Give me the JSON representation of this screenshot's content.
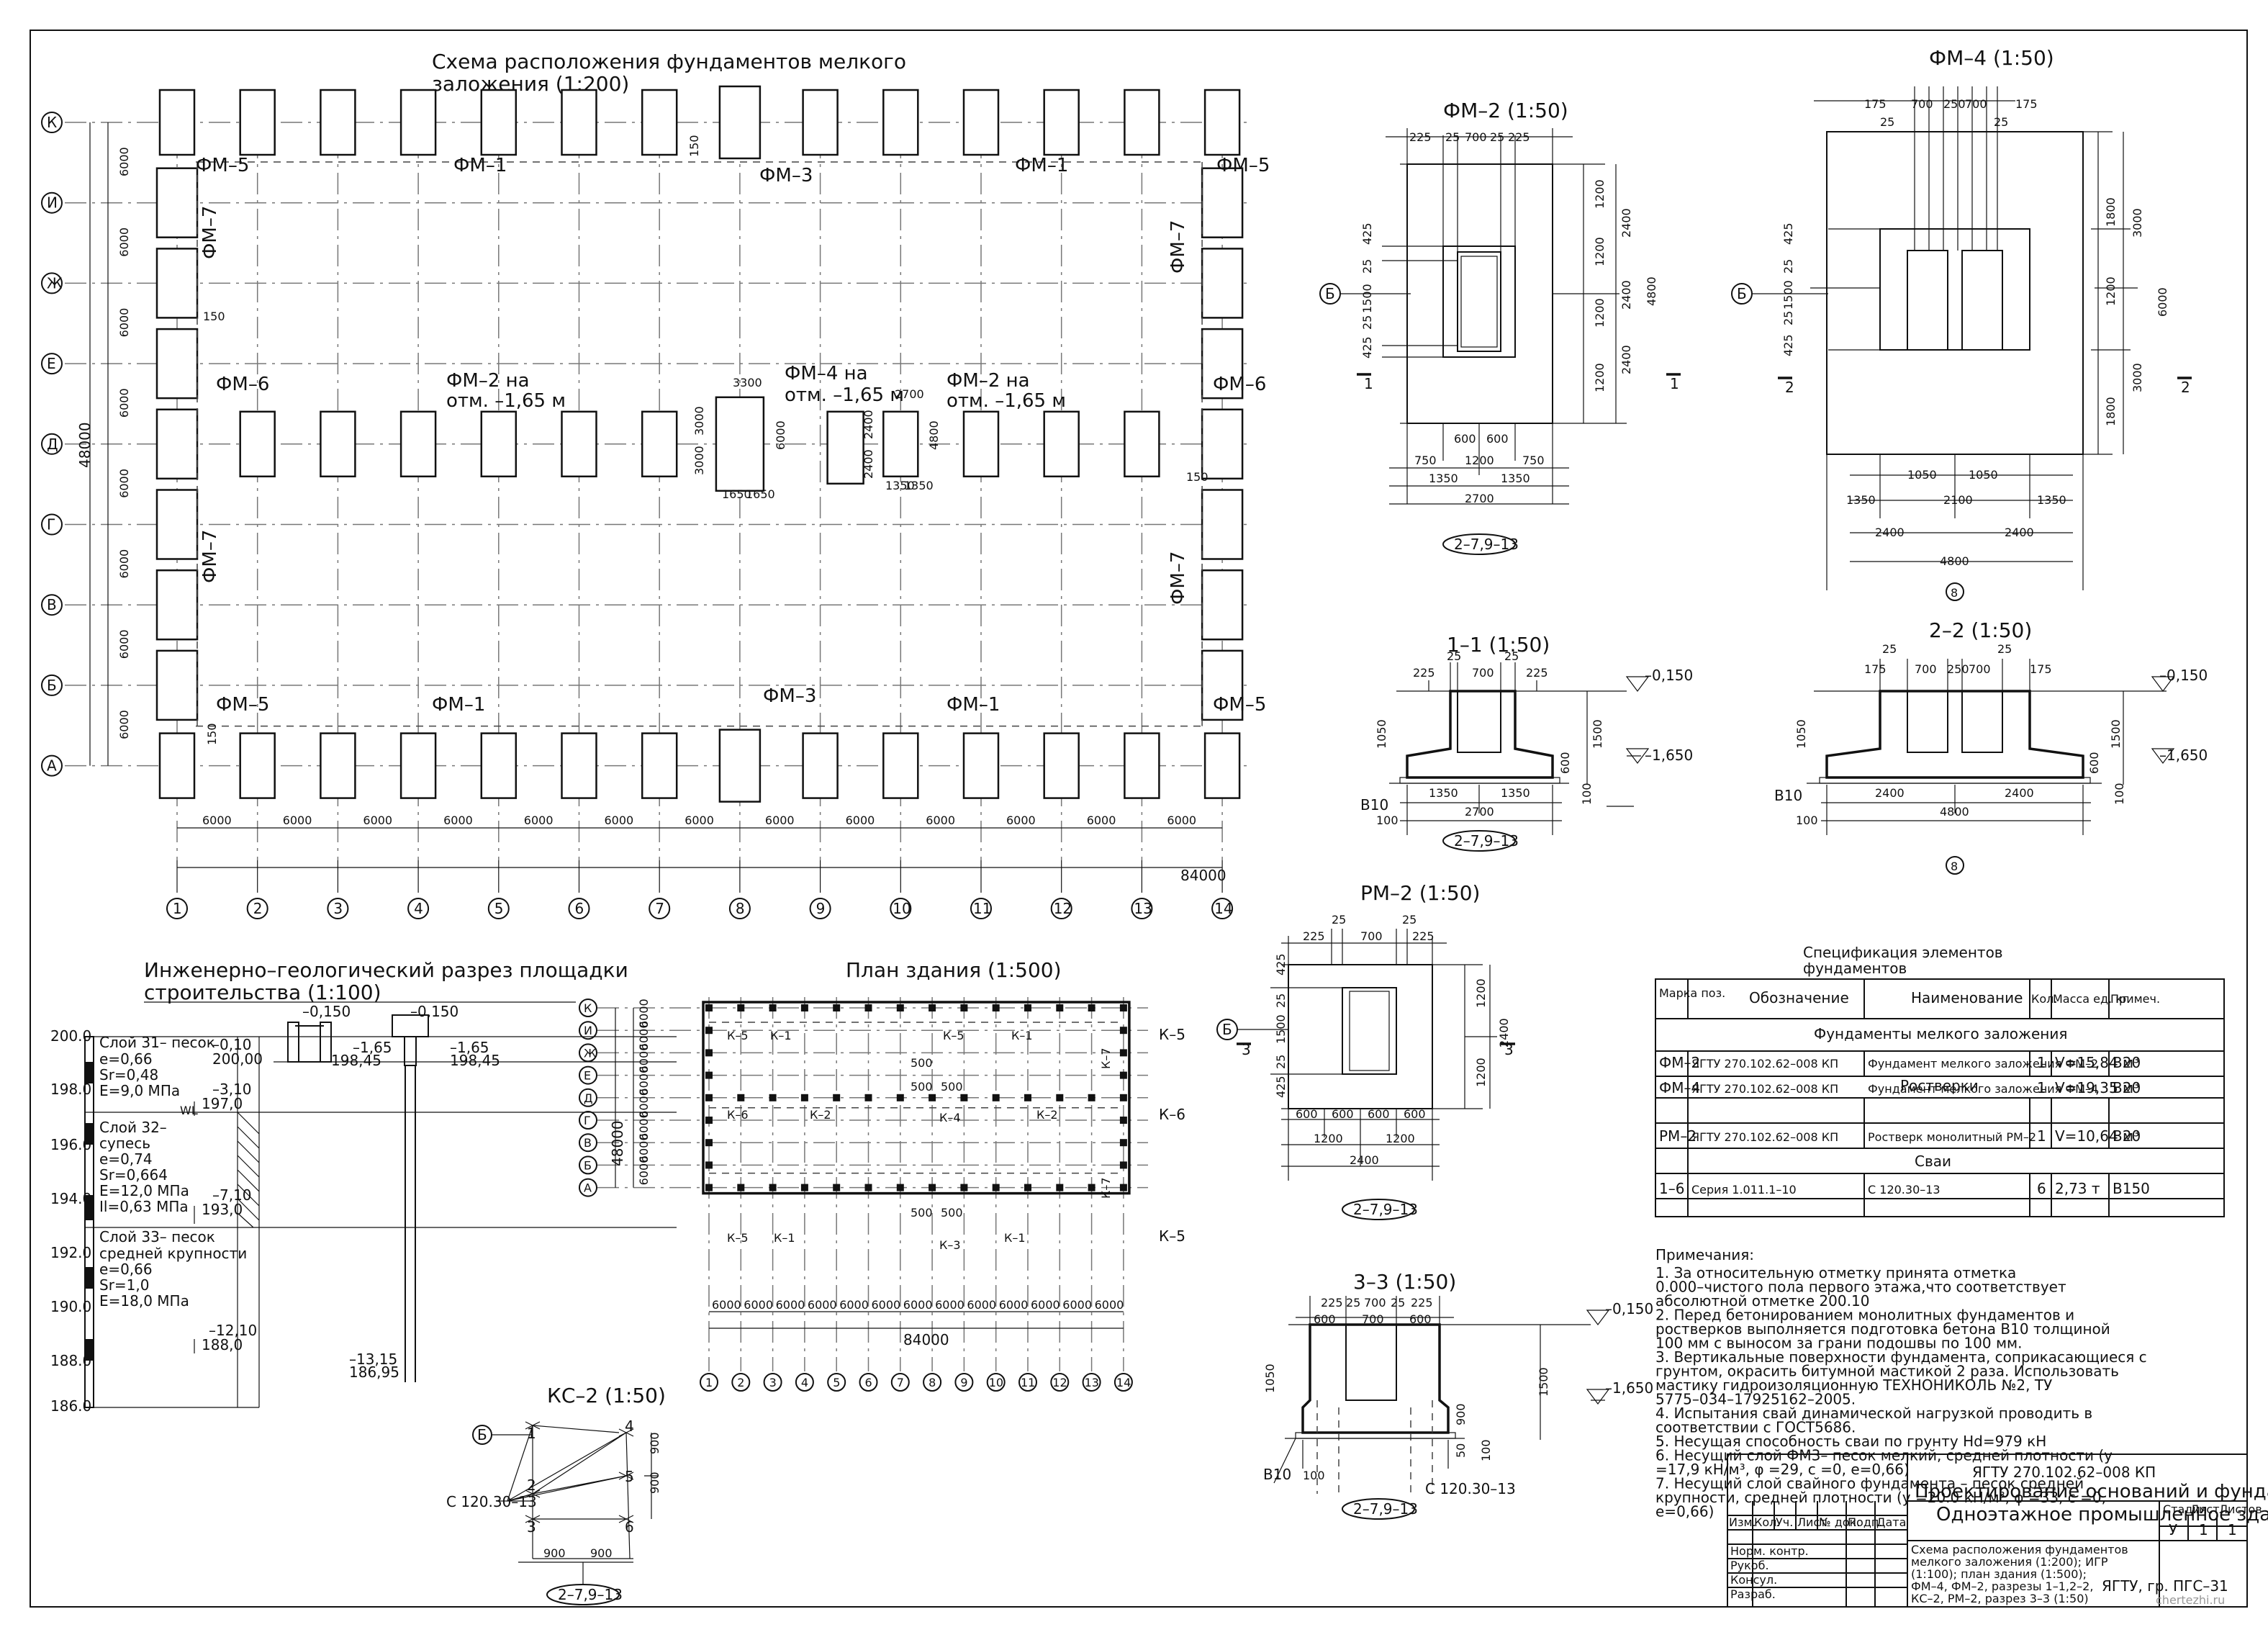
{
  "plan": {
    "title": "Схема расположения фундаментов мелкого",
    "title2": "заложения (1:200)",
    "row_labels": [
      "К",
      "И",
      "Ж",
      "Е",
      "Д",
      "Г",
      "В",
      "Б",
      "А"
    ],
    "col_labels": [
      "1",
      "2",
      "3",
      "4",
      "5",
      "6",
      "7",
      "8",
      "9",
      "10",
      "11",
      "12",
      "13",
      "14"
    ],
    "span_label": "6000",
    "total_width": "84000",
    "total_height": "48000",
    "fm5": "ФМ–5",
    "fm1": "ФМ–1",
    "fm3": "ФМ–3",
    "fm7": "ФМ–7",
    "fm6": "ФМ–6",
    "fm2_a": "ФМ–2 на",
    "fm2_b": "отм. –1,65 м",
    "fm4_a": "ФМ–4 на",
    "fm4_b": "отм. –1,65 м",
    "dim150": "150",
    "d3300": "3300",
    "d1650": "1650",
    "d3000": "3000",
    "d6000": "6000",
    "d2700": "2700",
    "d2400": "2400",
    "d4800": "4800",
    "d1350": "1350"
  },
  "fm2": {
    "title": "ФМ–2 (1:50)",
    "top": [
      "225",
      "25",
      "700",
      "25",
      "225"
    ],
    "d1200": "1200",
    "d2400": "2400",
    "d4800": "4800",
    "d425": "425",
    "d25": "25",
    "d1500": "1500",
    "bottom1": [
      "600",
      "600"
    ],
    "bottom2": [
      "750",
      "1200",
      "750"
    ],
    "bottom3": [
      "1350",
      "1350"
    ],
    "bottom4": "2700",
    "axis": "Б",
    "cut": "1",
    "ref": "2–7,9–13"
  },
  "fm4": {
    "title": "ФМ–4 (1:50)",
    "top1": [
      "25",
      "25"
    ],
    "top2": [
      "175",
      "700",
      "250",
      "700",
      "175"
    ],
    "d1800": "1800",
    "d1200": "1200",
    "d3000": "3000",
    "d6000": "6000",
    "d425": "425",
    "d25": "25",
    "d1500": "1500",
    "b1": [
      "1050",
      "1050"
    ],
    "b2": [
      "1350",
      "2100",
      "1350"
    ],
    "b3": [
      "2400",
      "2400"
    ],
    "b4": "4800",
    "axis": "Б",
    "cut": "2",
    "ref": "8"
  },
  "sec11": {
    "title": "1–1 (1:50)",
    "top1": [
      "25",
      "25"
    ],
    "top2": [
      "225",
      "700",
      "225"
    ],
    "lev1": "–0,150",
    "lev2": "–1,650",
    "d1050": "1050",
    "d1500": "1500",
    "d600": "600",
    "d100": "100",
    "bot1": [
      "1350",
      "1350"
    ],
    "bot2": "2700",
    "b10": "В10",
    "ref": "2–7,9–13"
  },
  "sec22": {
    "title": "2–2 (1:50)",
    "top1": [
      "25",
      "25"
    ],
    "top2": [
      "175",
      "700",
      "250",
      "700",
      "175"
    ],
    "lev1": "–0,150",
    "lev2": "–1,650",
    "d1050": "1050",
    "d1500": "1500",
    "d600": "600",
    "d100": "100",
    "bot1": [
      "2400",
      "2400"
    ],
    "bot2": "4800",
    "b10": "В10",
    "ref": "8"
  },
  "rm2": {
    "title": "РМ–2 (1:50)",
    "top1": [
      "25",
      "25"
    ],
    "top2": [
      "225",
      "700",
      "225"
    ],
    "d425": "425",
    "d25": "25",
    "d1500": "1500",
    "d1200": "1200",
    "d2400": "2400",
    "b1": [
      "600",
      "600",
      "600",
      "600"
    ],
    "b2": [
      "1200",
      "1200"
    ],
    "b3": "2400",
    "axis": "Б",
    "cut": "3",
    "ref": "2–7,9–13"
  },
  "sec33": {
    "title": "3–3 (1:50)",
    "top1": [
      "225",
      "25",
      "700",
      "25",
      "225"
    ],
    "top2": [
      "600",
      "700",
      "600"
    ],
    "lev1": "–0,150",
    "lev2": "–1,650",
    "d1050": "1050",
    "d1500": "1500",
    "d900": "900",
    "d50": "50",
    "d100": "100",
    "b10": "В10",
    "pile": "С 120.30–13",
    "ref": "2–7,9–13"
  },
  "geo": {
    "title": "Инженерно–геологический разрез площадки",
    "title2": "строительства (1:100)",
    "scale": [
      "200.0",
      "198.0",
      "196.0",
      "194.0",
      "192.0",
      "190.0",
      "188.0",
      "186.0"
    ],
    "layer1": [
      "Слой 31– песок",
      "е=0,66",
      "Sr=0,48",
      "Е=9,0 МПа"
    ],
    "layer2": [
      "Слой 32–",
      "супесь",
      "е=0,74",
      "Sr=0,664",
      "Е=12,0 МПа",
      "Il=0,63 МПа"
    ],
    "layer3": [
      "Слой 33– песок",
      "средней крупности",
      "е=0,66",
      "Sr=1,0",
      "Е=18,0 МПа"
    ],
    "levels": [
      "–0,10",
      "200,00",
      "–3,10",
      "197,0",
      "–7,10",
      "193,0",
      "–12,10",
      "188,0"
    ],
    "wl": "WL",
    "f1": [
      "–0,150",
      "–1,65",
      "198,45"
    ],
    "f2": [
      "–0,150",
      "–1,65",
      "198,45"
    ],
    "pile": [
      "–13,15",
      "186,95"
    ]
  },
  "bplan": {
    "title": "План здания (1:500)",
    "rows": [
      "К",
      "И",
      "Ж",
      "Е",
      "Д",
      "Г",
      "В",
      "Б",
      "А"
    ],
    "cols": [
      "1",
      "2",
      "3",
      "4",
      "5",
      "6",
      "7",
      "8",
      "9",
      "10",
      "11",
      "12",
      "13",
      "14"
    ],
    "k5": "К–5",
    "k1": "К–1",
    "k6": "К–6",
    "k2": "К–2",
    "k4": "К–4",
    "k3": "К–3",
    "k7": "К–7",
    "d500": "500",
    "d6000": "6000",
    "d84000": "84000",
    "d48000": "48000"
  },
  "kc2": {
    "title": "КС–2 (1:50)",
    "points": [
      "1",
      "2",
      "3",
      "4",
      "5",
      "6"
    ],
    "pile": "С 120.30–13",
    "d900": "900",
    "axis": "Б",
    "ref": "2–7,9–13"
  },
  "spec": {
    "title": "Спецификация элементов",
    "title2": "фундаментов",
    "headers": [
      "Марка поз.",
      "Обозначение",
      "Наименование",
      "Кол.",
      "Масса ед. кг",
      "Примеч."
    ],
    "group1": "Фундаменты мелкого заложения",
    "group2": "Ростверки",
    "group3": "Сваи",
    "rows": [
      [
        "ФМ–2",
        "ЯГТУ 270.102.62–008 КП",
        "Фундамент мелкого заложения ФМ–2",
        "1",
        "V=15,84 м³",
        "В20"
      ],
      [
        "ФМ–4",
        "ЯГТУ 270.102.62–008 КП",
        "Фундамент мелкого заложения ФМ–4",
        "1",
        "V=19,35 м³",
        "В20"
      ],
      [
        "РМ–2",
        "ЯГТУ 270.102.62–008 КП",
        "Ростверк монолитный РМ–2",
        "1",
        "V=10,64 м³",
        "В20"
      ],
      [
        "1–6",
        "Серия 1.011.1–10",
        "С 120.30–13",
        "6",
        "2,73 т",
        "В150"
      ]
    ]
  },
  "notes": {
    "title": "Примечания:",
    "lines": [
      "1. За относительную отметку принята отметка",
      "0.000–чистого пола первого этажа,что соответствует",
      "абсолютной отметке 200.10",
      "2. Перед бетонированием монолитных фундаментов и",
      "ростверков выполняется подготовка бетона В10 толщиной",
      "100 мм с выносом за грани подошвы по 100 мм.",
      "3. Вертикальные поверхности фундамента, соприкасающиеся с",
      "грунтом, окрасить битумной мастикой 2 раза. Использовать",
      "мастику гидроизоляционную ТЕХНОНИКОЛЬ №2, ТУ",
      "5775–034–17925162–2005.",
      "4. Испытания свай динамической нагрузкой проводить в",
      "соответствии с ГОСТ5686.",
      "5. Несущая способность сваи по грунту Нd=979 кН",
      "6. Несущий слой ФМ3– песок мелкий, средней плотности (у",
      "=17,9 кН/м³, φ =29, с =0, е=0,66)",
      "7. Несущий слой свайного фундамента – песок средней",
      "крупности, средней плотности (у =20.0 кН/м³, φ =33, с =0,",
      "е=0,66)"
    ]
  },
  "stamp": {
    "code": "ЯГТУ 270.102.62–008 КП",
    "work": "Проектирование оснований и фундаментов",
    "building": "Одноэтажное промышленное здание",
    "stage_h": "Стадия",
    "sheet_h": "Лист",
    "sheets_h": "Листов",
    "stage": "У",
    "sheet": "1",
    "sheets": "1",
    "cols": [
      "Изм.",
      "Кол.",
      "Уч.",
      "Лист",
      "№ док.",
      "Подп.",
      "Дата"
    ],
    "roles": [
      "Норм. контр.",
      "Рукоб.",
      "Консул.",
      "Разраб."
    ],
    "content": [
      "Схема расположения фундаментов",
      "мелкого заложения (1:200); ИГР",
      "(1:100); план здания (1:500);",
      "ФМ–4, ФМ–2, разрезы 1–1,2–2,",
      "КС–2, РМ–2, разрез 3–3 (1:50)"
    ],
    "org": "ЯГТУ, гр. ПГС–31",
    "watermark": "chertezhi.ru"
  }
}
